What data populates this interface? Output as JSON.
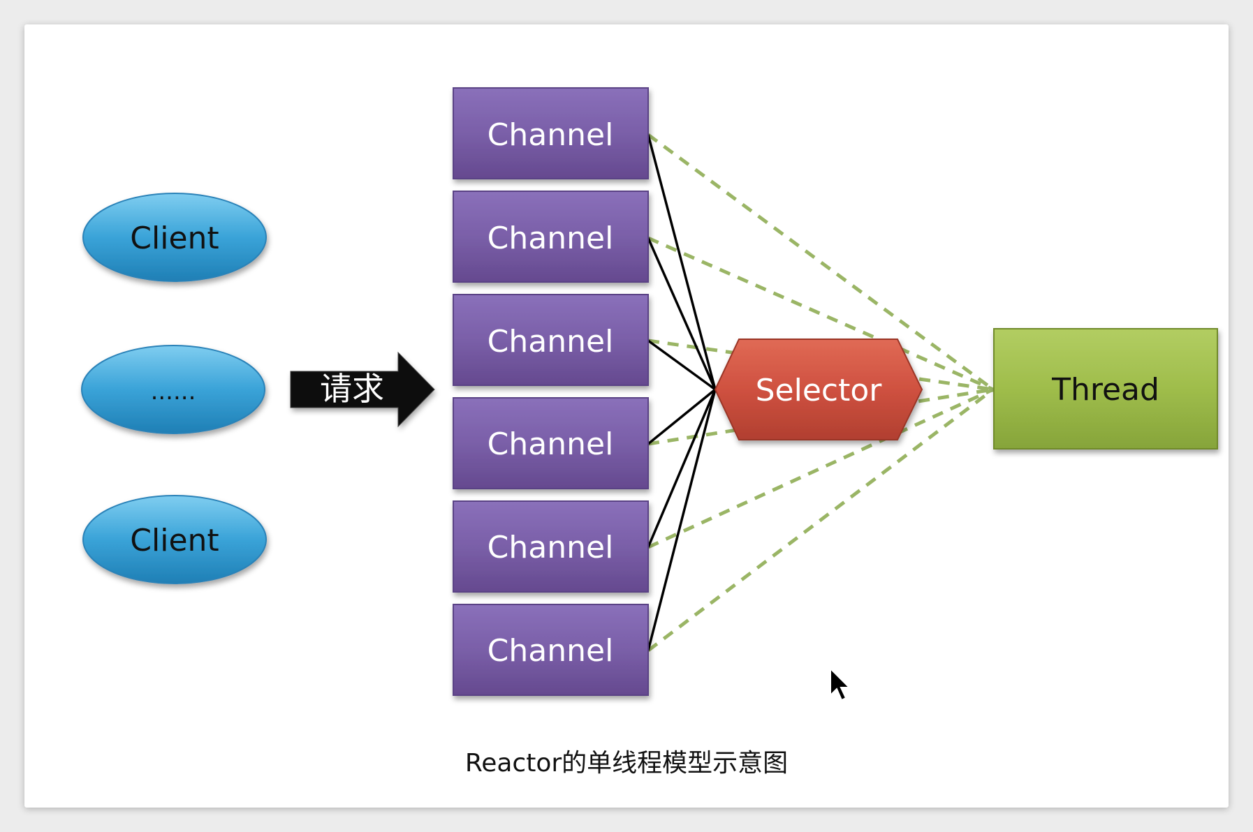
{
  "clients": [
    {
      "label": "Client"
    },
    {
      "label": "......"
    },
    {
      "label": "Client"
    }
  ],
  "request_arrow": {
    "label": "请求"
  },
  "channels": [
    {
      "label": "Channel"
    },
    {
      "label": "Channel"
    },
    {
      "label": "Channel"
    },
    {
      "label": "Channel"
    },
    {
      "label": "Channel"
    },
    {
      "label": "Channel"
    }
  ],
  "selector": {
    "label": "Selector"
  },
  "thread": {
    "label": "Thread"
  },
  "caption": "Reactor的单线程模型示意图",
  "colors": {
    "client_fill": "#3ea3d6",
    "channel_fill": "#7a5fa8",
    "selector_fill": "#cf5140",
    "thread_fill": "#9ab94a",
    "dashed_line": "#9ab565",
    "solid_line": "#000000"
  }
}
